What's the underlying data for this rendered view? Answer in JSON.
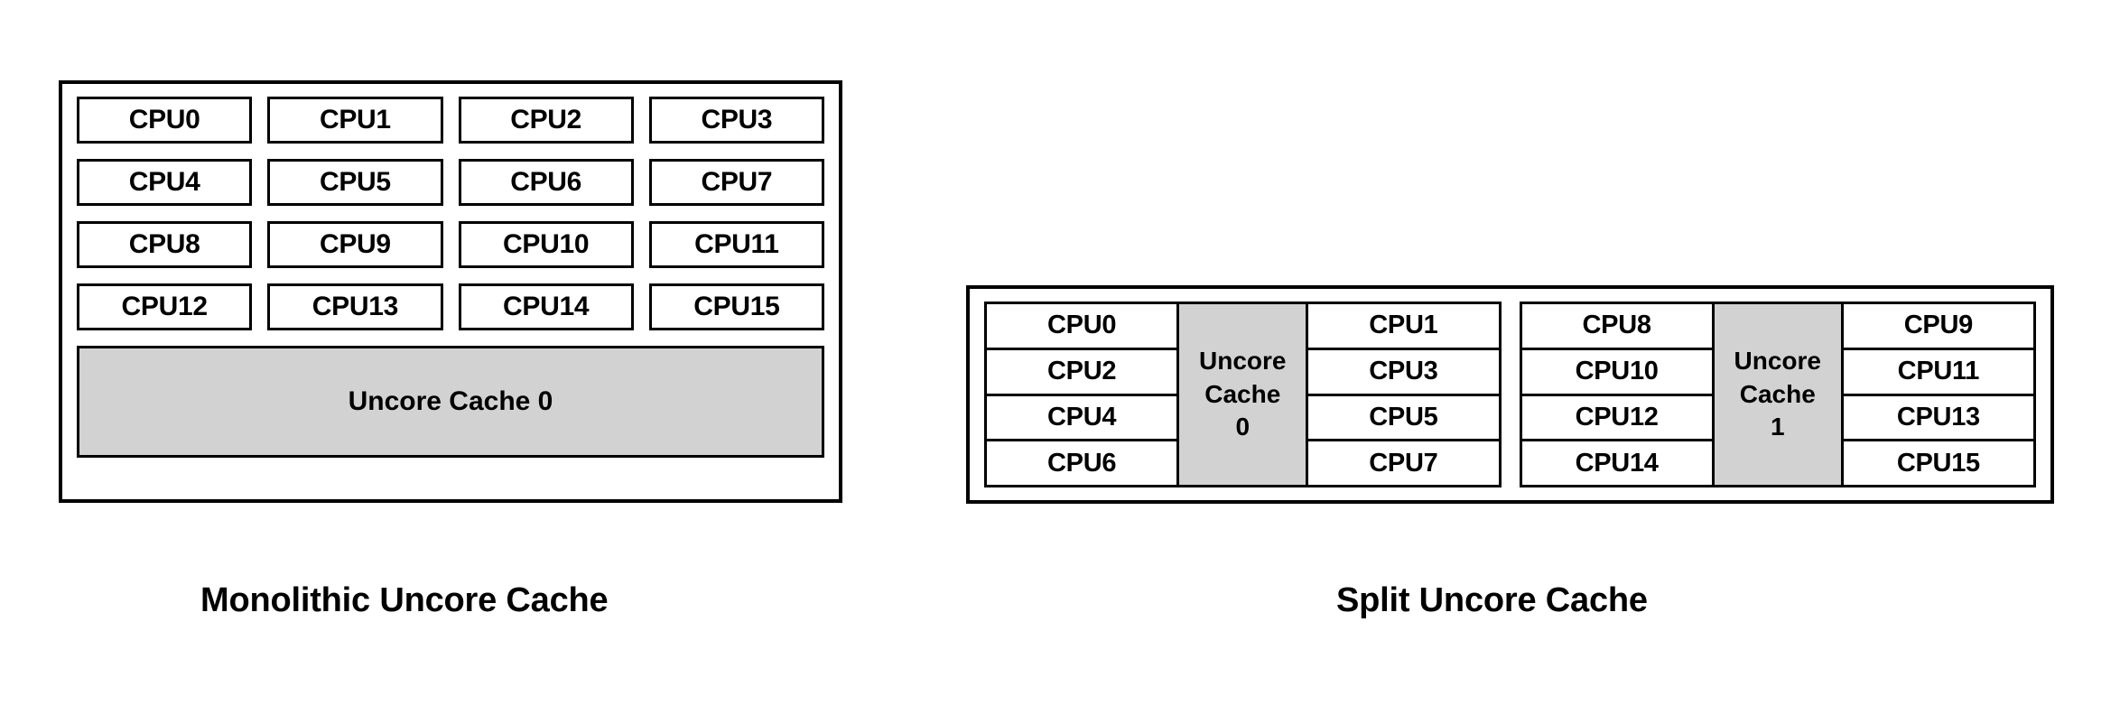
{
  "diagram": {
    "background_color": "#ffffff",
    "line_color": "#000000",
    "cache_fill_color": "#d2d2d2"
  },
  "monolithic": {
    "caption": "Monolithic Uncore Cache",
    "cpus": [
      "CPU0",
      "CPU1",
      "CPU2",
      "CPU3",
      "CPU4",
      "CPU5",
      "CPU6",
      "CPU7",
      "CPU8",
      "CPU9",
      "CPU10",
      "CPU11",
      "CPU12",
      "CPU13",
      "CPU14",
      "CPU15"
    ],
    "cache_label": "Uncore Cache 0"
  },
  "split": {
    "caption": "Split Uncore Cache",
    "groups": [
      {
        "left_cpus": [
          "CPU0",
          "CPU2",
          "CPU4",
          "CPU6"
        ],
        "cache_line1": "Uncore",
        "cache_line2": "Cache",
        "cache_line3": "0",
        "right_cpus": [
          "CPU1",
          "CPU3",
          "CPU5",
          "CPU7"
        ]
      },
      {
        "left_cpus": [
          "CPU8",
          "CPU10",
          "CPU12",
          "CPU14"
        ],
        "cache_line1": "Uncore",
        "cache_line2": "Cache",
        "cache_line3": "1",
        "right_cpus": [
          "CPU9",
          "CPU11",
          "CPU13",
          "CPU15"
        ]
      }
    ]
  }
}
